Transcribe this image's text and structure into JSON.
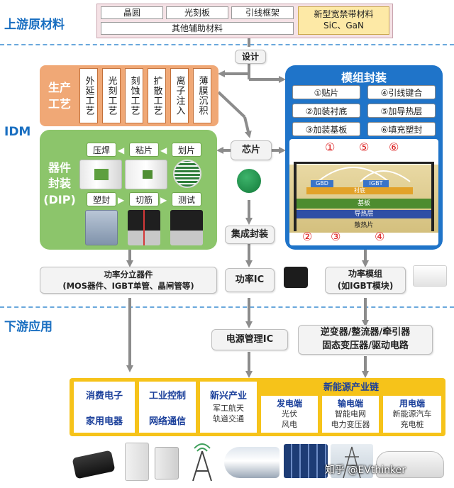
{
  "sections": {
    "upstream": "上游原材料",
    "idm": "IDM",
    "downstream": "下游应用"
  },
  "upstream": {
    "materials": [
      "晶圆",
      "光刻板",
      "引线框架"
    ],
    "other": "其他辅助材料",
    "wide_bandgap_title": "新型宽禁带材料",
    "wide_bandgap_sub": "SiC、GaN"
  },
  "design": "设计",
  "production": {
    "label": "生产工艺",
    "steps": [
      "外延工艺",
      "光刻工艺",
      "刻蚀工艺",
      "扩散工艺",
      "离子注入",
      "薄膜沉积"
    ]
  },
  "device_packaging": {
    "label": "器件封装",
    "label_sub": "(DIP)",
    "steps": [
      "压焊",
      "粘片",
      "划片",
      "塑封",
      "切筋",
      "测试"
    ]
  },
  "chip": "芯片",
  "integrated_packaging": "集成封装",
  "module_packaging": {
    "title": "模组封装",
    "steps": [
      "①贴片",
      "④引线键合",
      "②加装衬底",
      "⑤加导热层",
      "③加装基板",
      "⑥填充塑封"
    ],
    "diagram_labels": {
      "gbd": "GBD",
      "igbt": "IGBT",
      "substrate": "衬底",
      "base": "基板",
      "thermal": "导热层",
      "heatsink": "散热片",
      "markers": [
        "①",
        "⑤",
        "⑥",
        "②",
        "③",
        "④"
      ]
    }
  },
  "outputs": {
    "discrete_title": "功率分立器件",
    "discrete_sub": "(MOS器件、IGBT单管、晶闸管等)",
    "power_ic": "功率IC",
    "power_module_title": "功率模组",
    "power_module_sub": "(如IGBT模块)"
  },
  "downstream": {
    "pm_ic": "电源管理IC",
    "converters_line1": "逆变器/整流器/牵引器",
    "converters_line2": "固态变压器/驱动电路"
  },
  "applications": {
    "consumer": [
      "消费电子",
      "家用电器"
    ],
    "industrial": [
      "工业控制",
      "网络通信"
    ],
    "emerging": {
      "title": "新兴产业",
      "items": [
        "军工航天",
        "轨道交通"
      ]
    },
    "new_energy": {
      "title": "新能源产业链",
      "cols": [
        {
          "title": "发电端",
          "items": [
            "光伏",
            "风电"
          ]
        },
        {
          "title": "输电端",
          "items": [
            "智能电网",
            "电力变压器"
          ]
        },
        {
          "title": "用电端",
          "items": [
            "新能源汽车",
            "充电桩"
          ]
        }
      ]
    }
  },
  "watermark": "知乎 @EVthinker",
  "colors": {
    "blue": "#1a6fc1",
    "orange": "#f0a876",
    "green": "#8cc56b",
    "yellow": "#f6c31a",
    "arrow": "#8c8c8c"
  }
}
